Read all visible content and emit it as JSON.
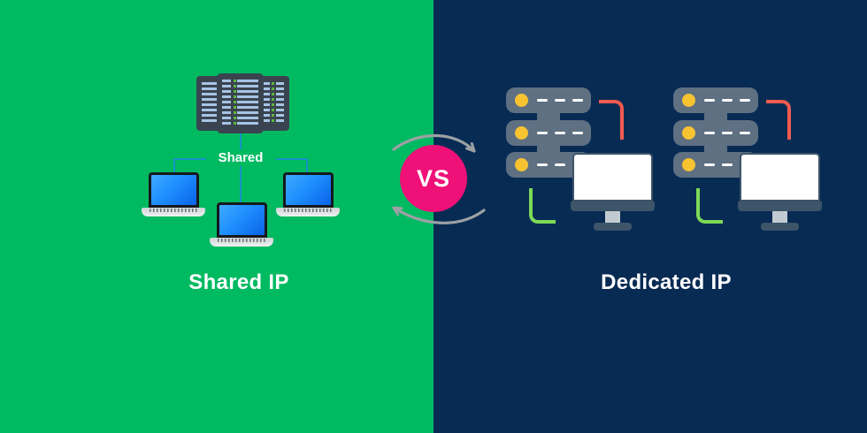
{
  "left": {
    "background_color": "#00BA62",
    "title": "Shared IP",
    "connector_label": "Shared",
    "server_icon": "server-rack-icon",
    "client_icon": "laptop-icon",
    "client_count": 3
  },
  "right": {
    "background_color": "#082B54",
    "title": "Dedicated IP",
    "server_icon": "server-stack-icon",
    "client_icon": "monitor-icon",
    "group_count": 2
  },
  "center": {
    "vs_label": "VS",
    "badge_color": "#EF1078",
    "arrows_icon": "swap-arrows-icon",
    "arrow_color": "#9DA1A5"
  },
  "accent_colors": {
    "network_line_teal": "#1592C6",
    "rack_body": "#3A4450",
    "rack_bar_blue": "#A7C4E5",
    "rack_led_green": "#5CBA3A",
    "laptop_screen_blue": "#1E8FFF",
    "server_body_slate": "#5E7082",
    "indicator_yellow": "#F7C331",
    "link_red": "#F15B50",
    "link_green": "#7ED957",
    "monitor_frame_slate": "#3D5469"
  }
}
